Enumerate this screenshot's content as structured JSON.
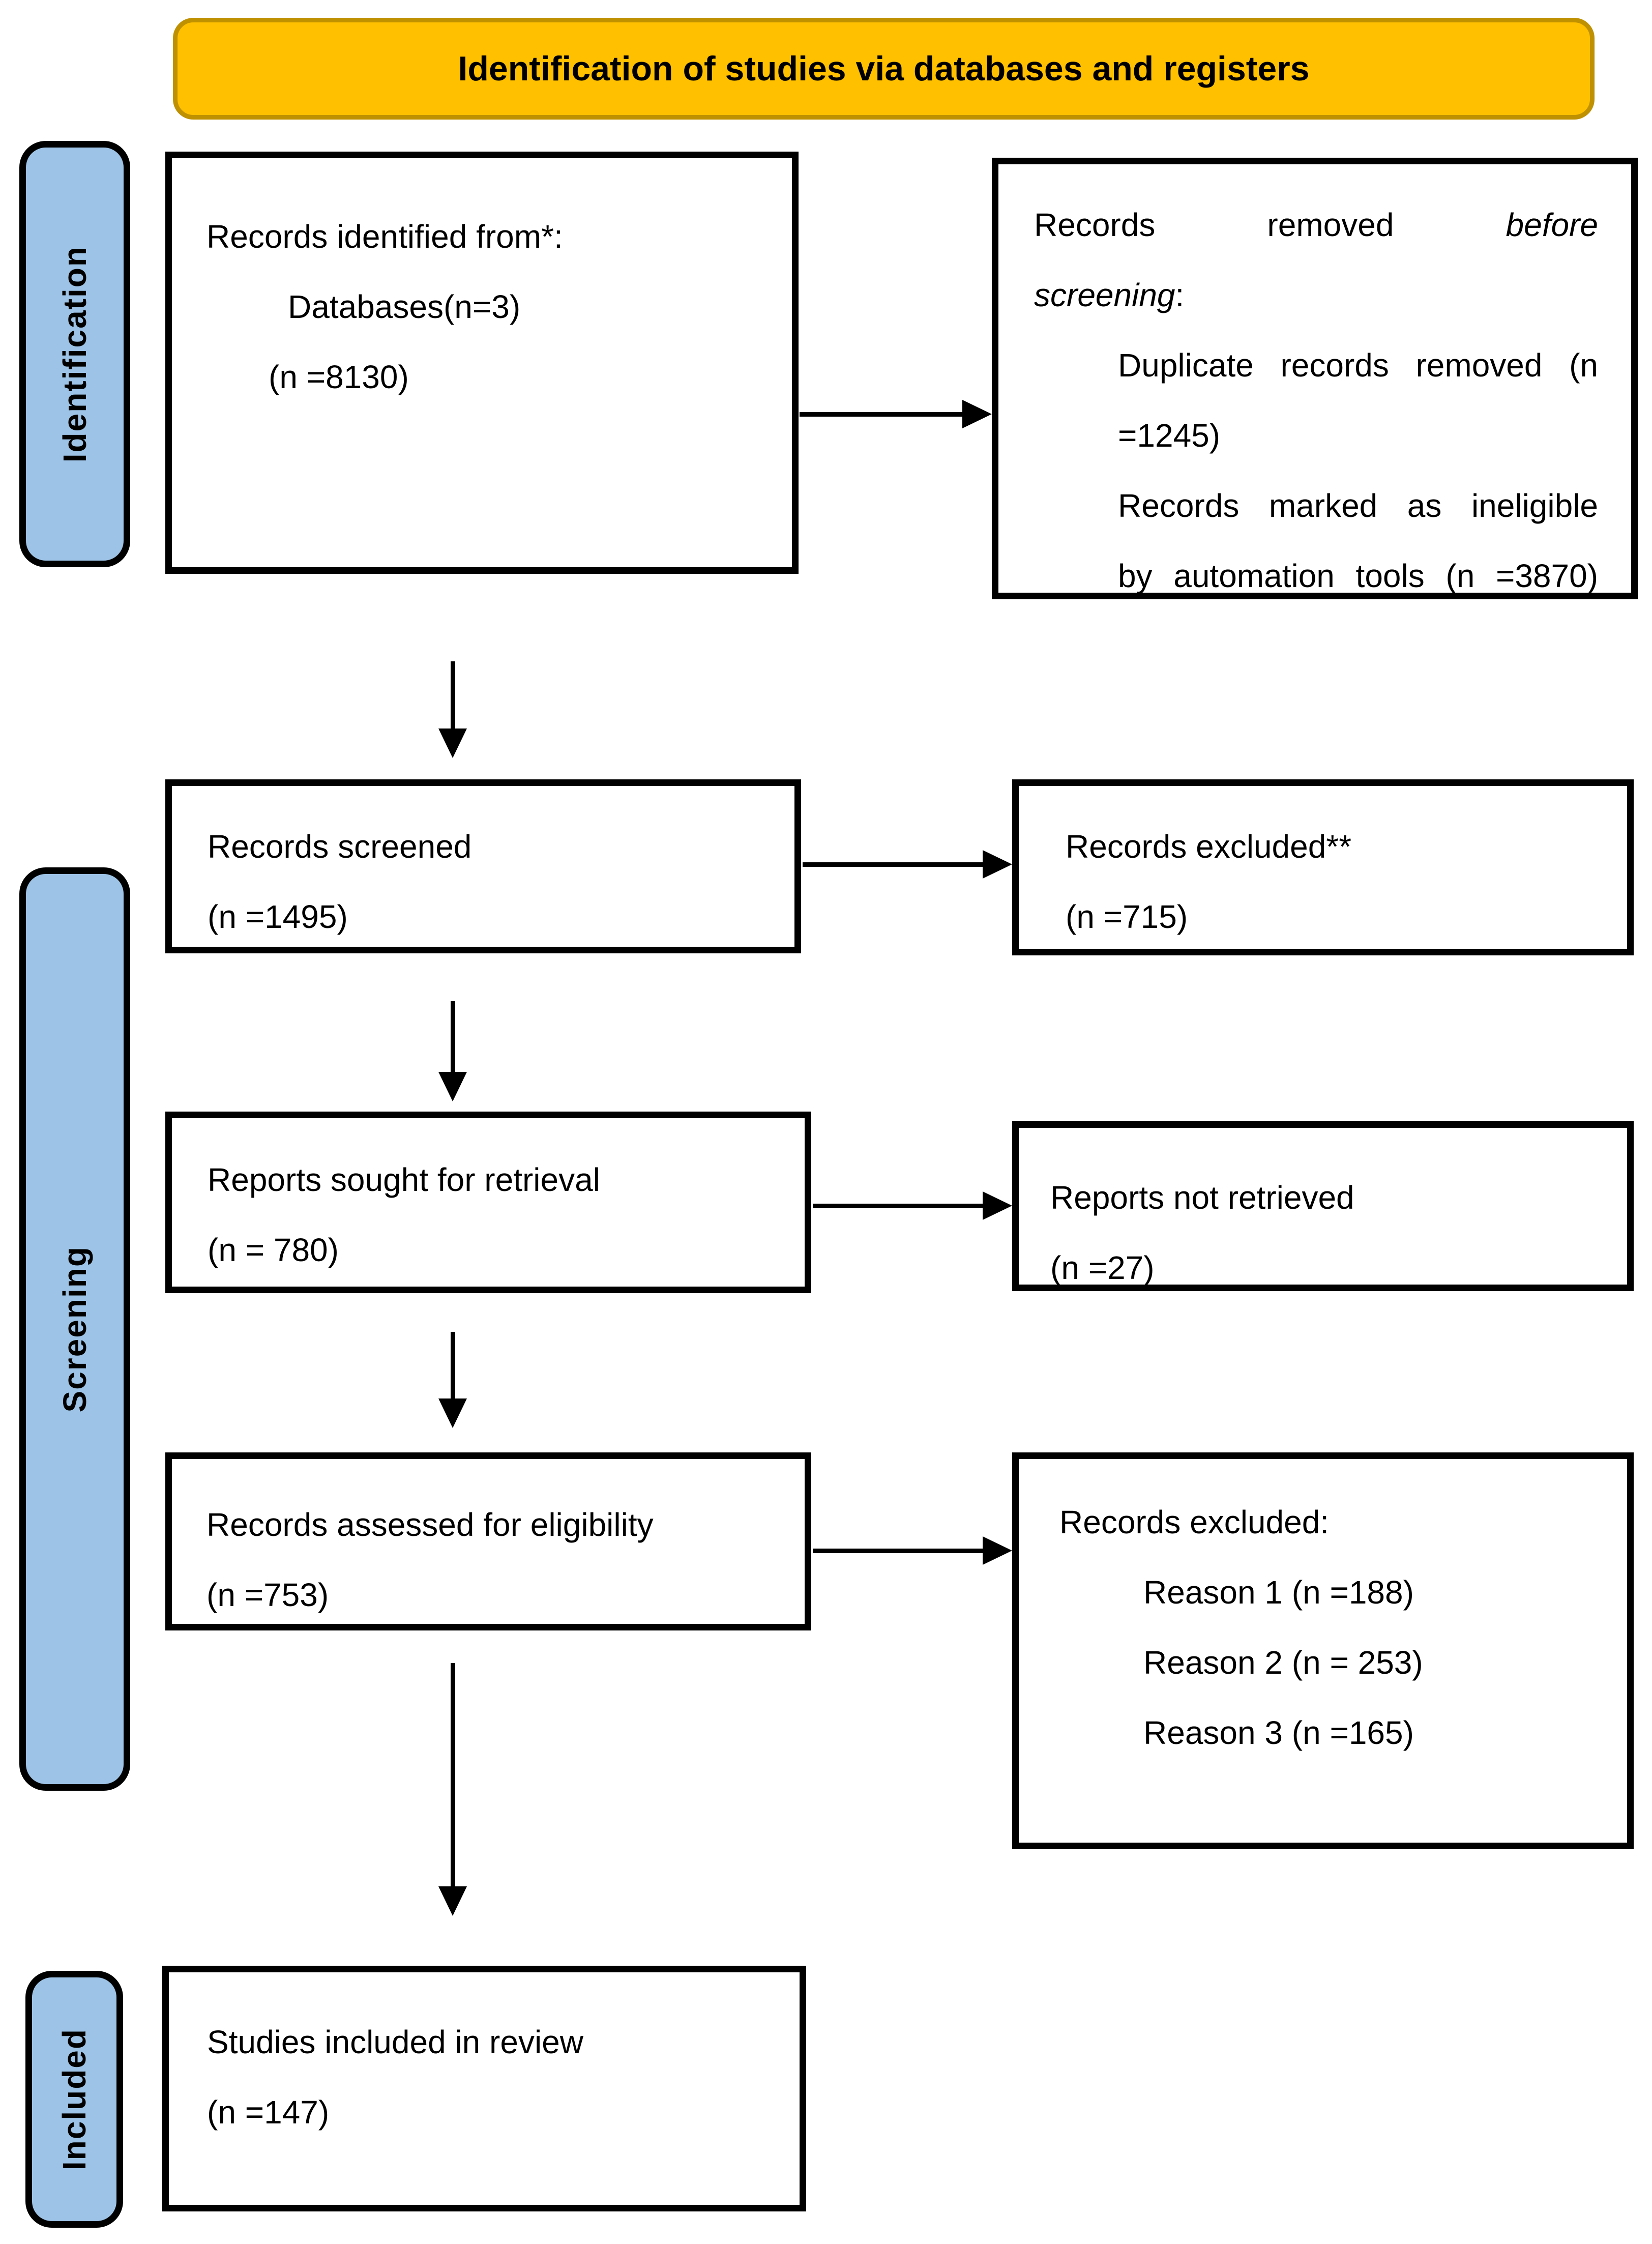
{
  "banner": {
    "title": "Identification of studies via databases and registers"
  },
  "sidebars": {
    "identification": "Identification",
    "screening": "Screening",
    "included": "Included"
  },
  "boxes": {
    "records_identified": {
      "line1": "Records identified from*:",
      "line2": "Databases(n=3)",
      "line3": "(n =8130)"
    },
    "records_removed": {
      "line1_normal": "Records removed",
      "line1_italic": "before",
      "line2_italic": "screening",
      "line2_suffix": ":",
      "item1_line1": "Duplicate records removed (n",
      "item1_line2": "=1245)",
      "item2_line1": "Records marked as ineligible",
      "item2_line2": "by automation tools (n =3870)"
    },
    "records_screened": {
      "line1": "Records screened",
      "line2": "(n =1495)"
    },
    "records_excluded": {
      "line1": "Records excluded**",
      "line2": "(n =715)"
    },
    "reports_sought": {
      "line1": "Reports sought for retrieval",
      "line2": "(n = 780)"
    },
    "reports_not_retrieved": {
      "line1": "Reports not retrieved",
      "line2": "(n =27)"
    },
    "records_assessed": {
      "line1": "Records assessed for eligibility",
      "line2": "(n =753)"
    },
    "records_excluded_reasons": {
      "line1": "Records excluded:",
      "reason1": "Reason 1 (n =188)",
      "reason2": "Reason 2 (n = 253)",
      "reason3": "Reason 3 (n =165)"
    },
    "studies_included": {
      "line1": "Studies included in review",
      "line2": "(n =147)"
    }
  },
  "colors": {
    "banner-fill": "#FFC000",
    "banner-border": "#BF9000",
    "sidebar-fill": "#9DC3E6",
    "line-color": "#000000"
  }
}
